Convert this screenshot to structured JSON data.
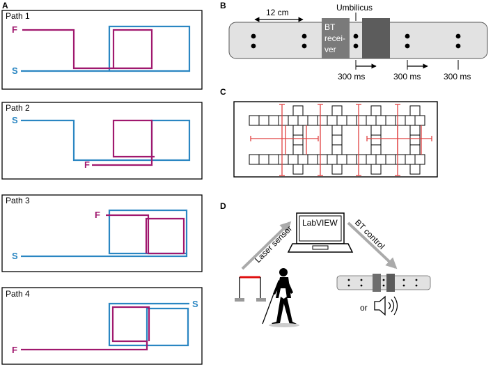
{
  "panels": {
    "A": {
      "letter": "A",
      "paths": [
        {
          "title": "Path 1",
          "start": "S",
          "finish": "F"
        },
        {
          "title": "Path 2",
          "start": "S",
          "finish": "F"
        },
        {
          "title": "Path 3",
          "start": "S",
          "finish": "F"
        },
        {
          "title": "Path 4",
          "start": "S",
          "finish": "F"
        }
      ]
    },
    "B": {
      "letter": "B",
      "distance": "12 cm",
      "umbilicus": "Umbilicus",
      "receiver": [
        "BT",
        "recei-",
        "ver"
      ],
      "delays": [
        "300 ms",
        "300 ms",
        "300 ms"
      ]
    },
    "C": {
      "letter": "C"
    },
    "D": {
      "letter": "D",
      "laptop_label": "LabVIEW",
      "laser_label": "Laser sensor",
      "bt_label": "BT control",
      "or_label": "or"
    }
  },
  "colors": {
    "start_path": "#2a86c2",
    "finish_path": "#a0186e",
    "overlap": "#7b3aa0",
    "c_red": "#e04040"
  }
}
